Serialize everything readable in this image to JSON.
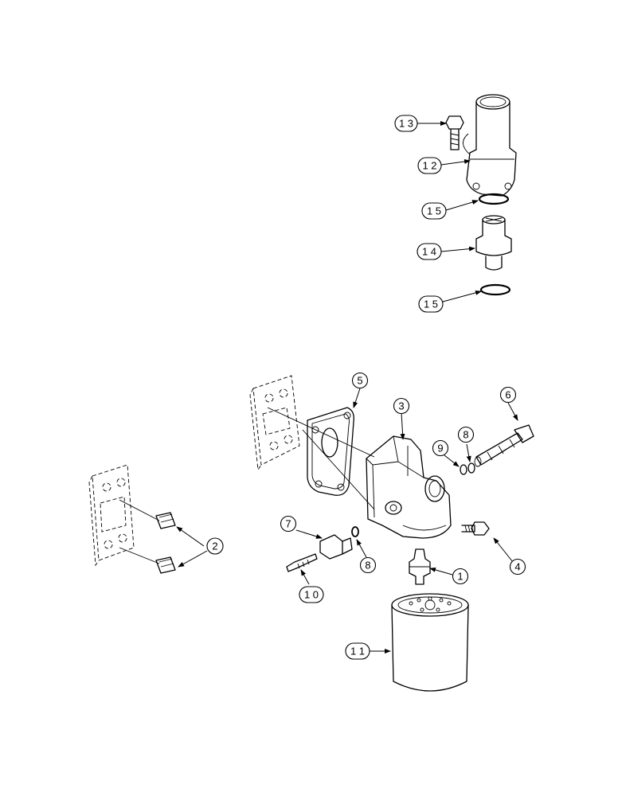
{
  "callouts": {
    "c1": "1",
    "c2": "2",
    "c3": "3",
    "c4": "4",
    "c5": "5",
    "c6": "6",
    "c7": "7",
    "c8a": "8",
    "c8b": "8",
    "c9": "9",
    "c10": "1 0",
    "c11": "1 1",
    "c12": "1 2",
    "c13": "1 3",
    "c14": "1 4",
    "c15a": "1 5",
    "c15b": "1 5"
  },
  "colors": {
    "line": "#000000",
    "background": "#ffffff"
  }
}
